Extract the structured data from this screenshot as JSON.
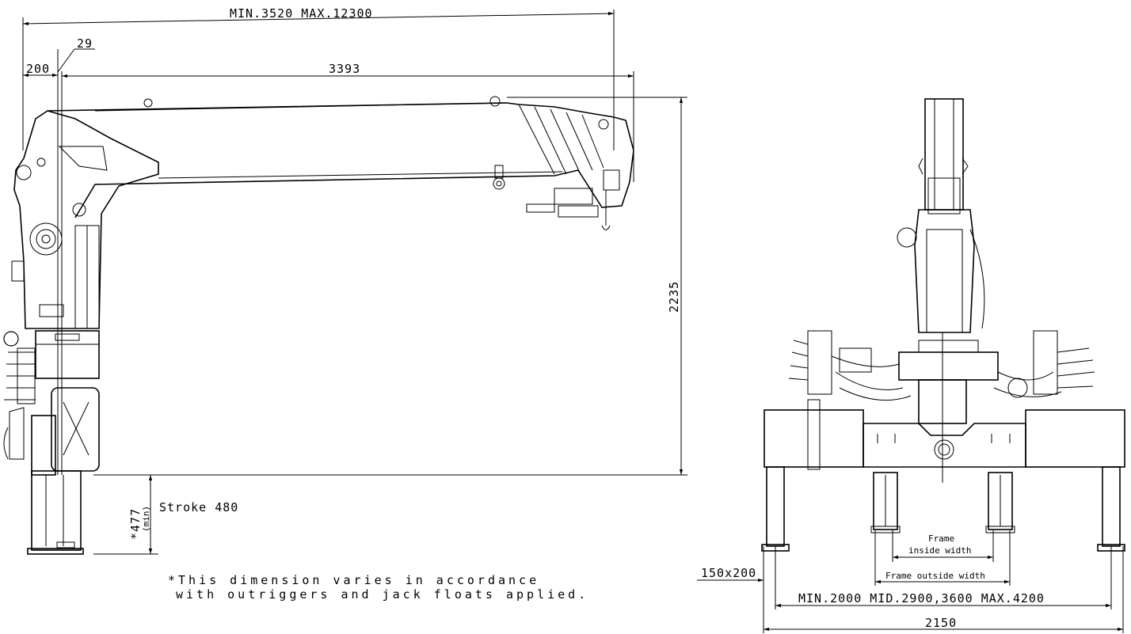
{
  "side_view": {
    "overall_length": "MIN.3520 MAX.12300",
    "offset_29": "29",
    "offset_200": "200",
    "boom_length": "3393",
    "height": "2235",
    "stroke": "Stroke 480",
    "min_height": "*477",
    "min_label": "(min)"
  },
  "note": {
    "line1": "*This dimension varies in accordance",
    "line2": "with outriggers and jack floats applied."
  },
  "rear_view": {
    "float_size": "150x200",
    "outrigger_span": "MIN.2000 MID.2900,3600 MAX.4200",
    "width": "2150",
    "frame_inside_1": "Frame",
    "frame_inside_2": "inside width",
    "frame_outside": "Frame outside width"
  }
}
